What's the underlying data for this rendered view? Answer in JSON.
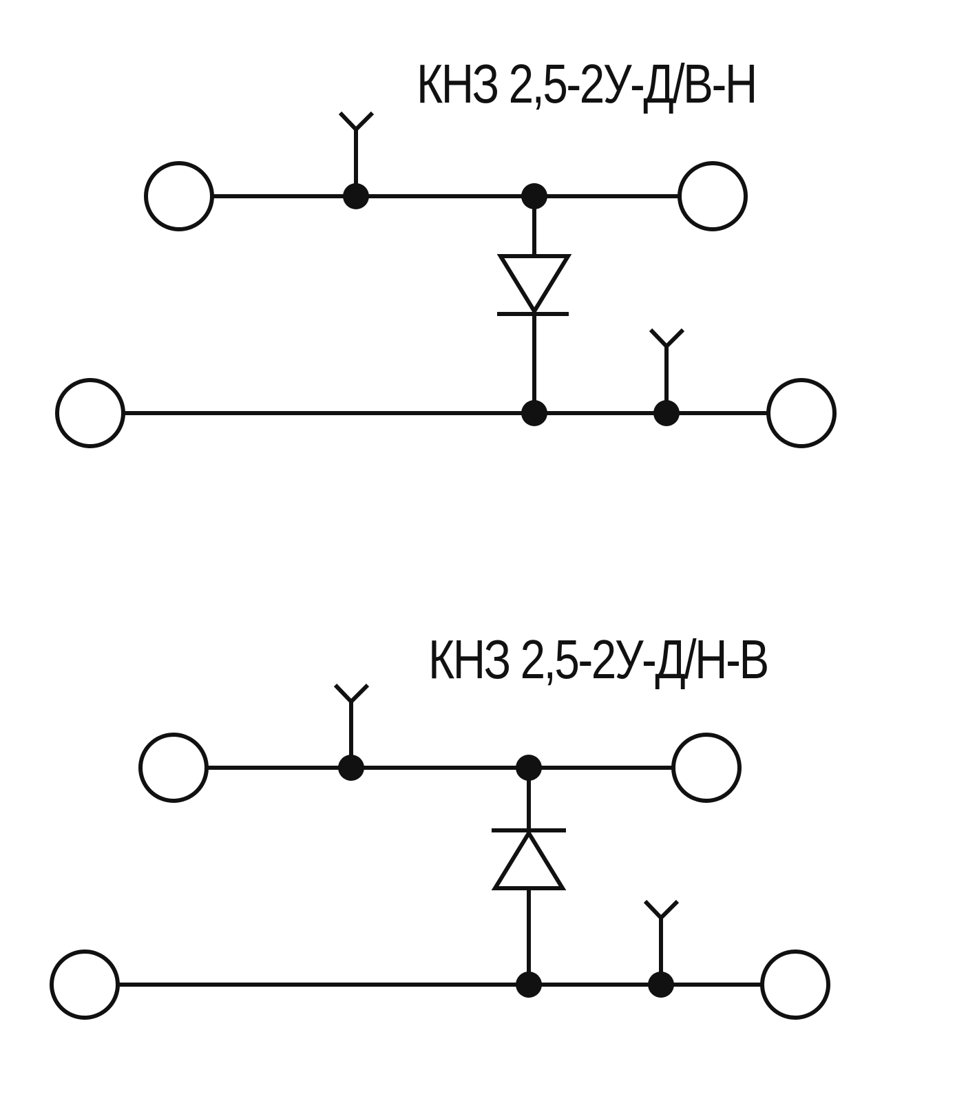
{
  "diagrams": [
    {
      "title": "КНЗ 2,5-2У-Д/В-Н",
      "diode_direction": "down"
    },
    {
      "title": "КНЗ 2,5-2У-Д/Н-В",
      "diode_direction": "up"
    }
  ],
  "colors": {
    "line": "#111111",
    "background": "#ffffff"
  }
}
